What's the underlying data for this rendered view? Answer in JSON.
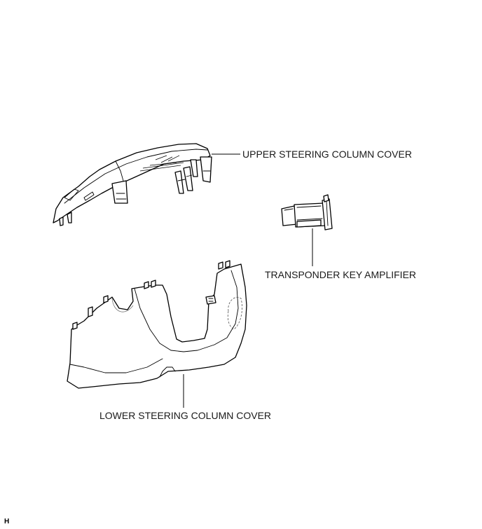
{
  "labels": {
    "upper_cover": "UPPER STEERING COLUMN COVER",
    "transponder": "TRANSPONDER KEY AMPLIFIER",
    "lower_cover": "LOWER STEERING COLUMN COVER"
  },
  "figure_code": "H"
}
